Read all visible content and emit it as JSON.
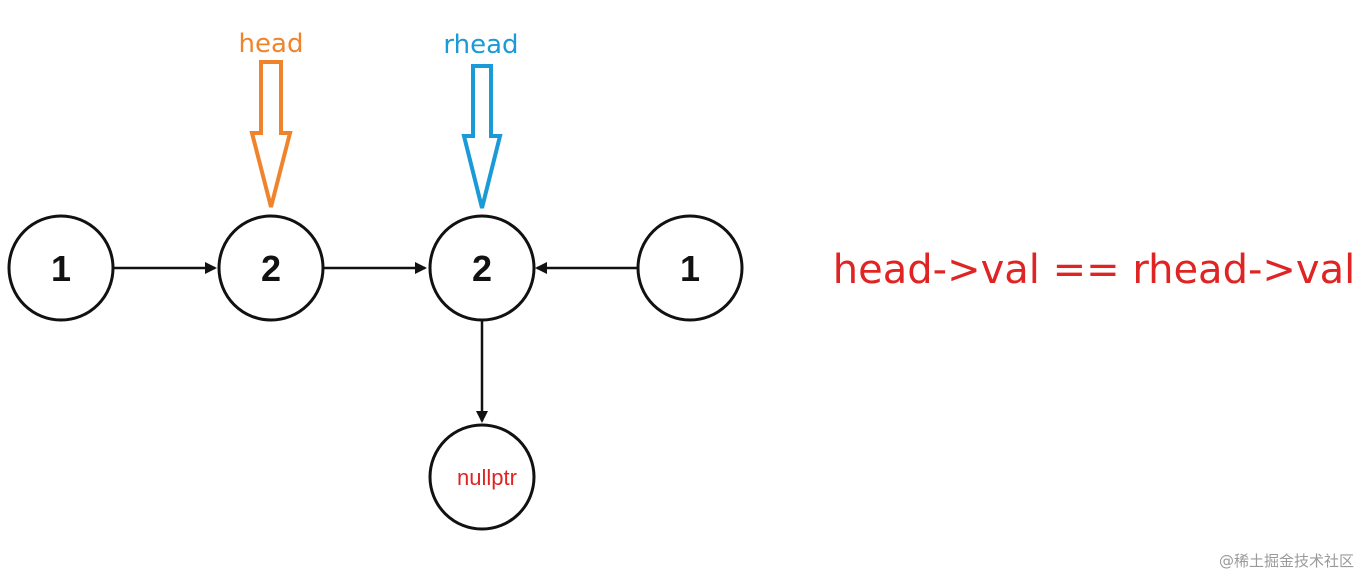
{
  "nodes": {
    "n1": {
      "label": "1"
    },
    "n2": {
      "label": "2"
    },
    "n3": {
      "label": "2"
    },
    "n4": {
      "label": "1"
    },
    "null": {
      "label": "nullptr"
    }
  },
  "pointers": {
    "head": {
      "label": "head",
      "color": "#f0842d"
    },
    "rhead": {
      "label": "rhead",
      "color": "#1a9ad6"
    }
  },
  "expression": {
    "text": "head->val == rhead->val",
    "color": "#e02424"
  },
  "null_color": "#e02424",
  "watermark": "@稀土掘金技术社区"
}
